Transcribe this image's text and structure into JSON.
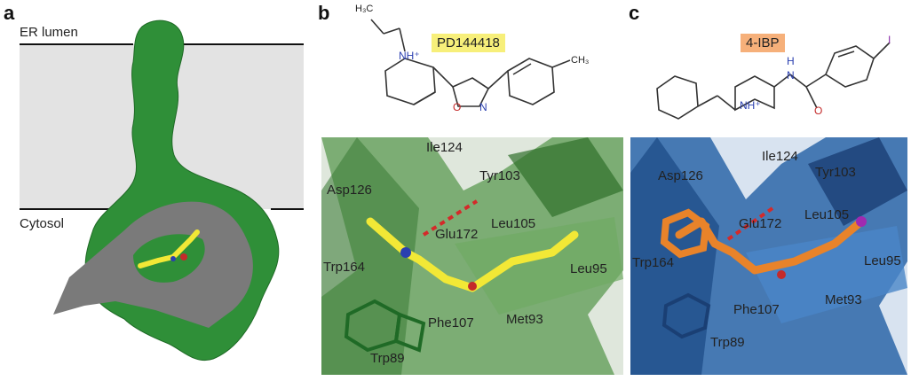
{
  "panels": {
    "a": {
      "letter": "a",
      "er_lumen": "ER lumen",
      "cytosol": "Cytosol"
    },
    "b": {
      "letter": "b",
      "ligand_name": "PD144418",
      "ligand_bg": "#f7ef7a",
      "ligand_color": "#f2e836",
      "protein_color": "#3f8a3f",
      "atoms": {
        "methyl_top": "H₃C",
        "nitrogen": "NH⁺",
        "methyl_right": "CH₃",
        "oxygen": "O",
        "nitrogen2": "N"
      },
      "residues": {
        "ile124": "Ile124",
        "tyr103": "Tyr103",
        "asp126": "Asp126",
        "glu172": "Glu172",
        "leu105": "Leu105",
        "trp164": "Trp164",
        "leu95": "Leu95",
        "phe107": "Phe107",
        "met93": "Met93",
        "trp89": "Trp89"
      }
    },
    "c": {
      "letter": "c",
      "ligand_name": "4-IBP",
      "ligand_bg": "#f6b07a",
      "ligand_color": "#e8832a",
      "protein_color": "#2d66a8",
      "atoms": {
        "iodine": "I",
        "nh": "H",
        "n": "N",
        "nitrogen": "NH⁺",
        "oxygen": "O"
      },
      "residues": {
        "asp126": "Asp126",
        "ile124": "Ile124",
        "tyr103": "Tyr103",
        "glu172": "Glu172",
        "leu105": "Leu105",
        "trp164": "Trp164",
        "leu95": "Leu95",
        "phe107": "Phe107",
        "met93": "Met93",
        "trp89": "Trp89"
      }
    }
  }
}
